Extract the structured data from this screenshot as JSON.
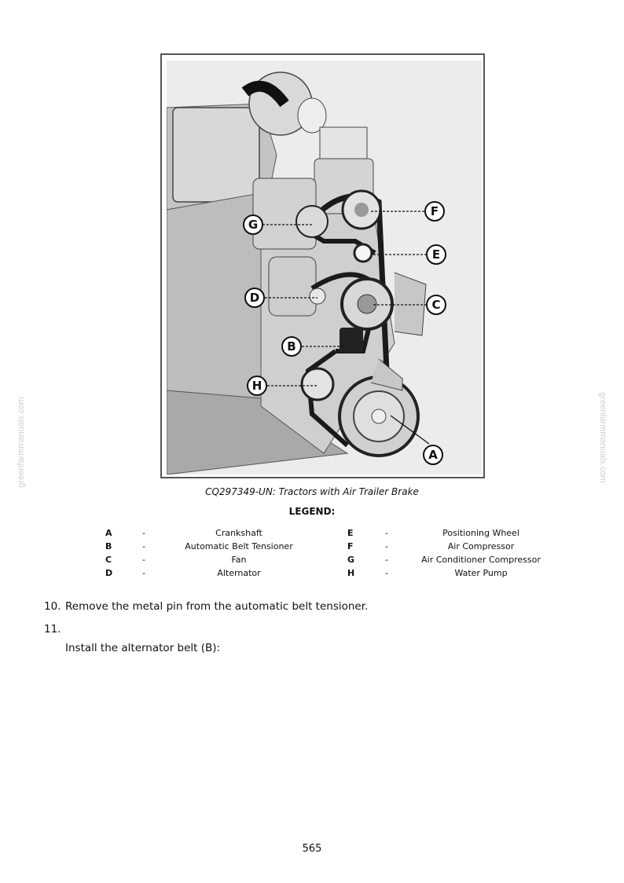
{
  "figure": {
    "callouts": [
      "F",
      "G",
      "E",
      "D",
      "C",
      "B",
      "H",
      "A"
    ],
    "caption": "CQ297349-UN: Tractors with Air Trailer Brake"
  },
  "legend": {
    "title": "LEGEND:",
    "dash": "-",
    "left": [
      {
        "key": "A",
        "label": "Crankshaft"
      },
      {
        "key": "B",
        "label": "Automatic Belt Tensioner"
      },
      {
        "key": "C",
        "label": "Fan"
      },
      {
        "key": "D",
        "label": "Alternator"
      }
    ],
    "right": [
      {
        "key": "E",
        "label": "Positioning Wheel"
      },
      {
        "key": "F",
        "label": "Air Compressor"
      },
      {
        "key": "G",
        "label": "Air Conditioner Compressor"
      },
      {
        "key": "H",
        "label": "Water Pump"
      }
    ]
  },
  "steps": [
    {
      "number": "10.",
      "text": "Remove the metal pin from the automatic belt tensioner."
    },
    {
      "number": "11.",
      "text": "Install the alternator belt (B):"
    }
  ],
  "watermark": "greenfarmmanuals.com",
  "page_number": "565"
}
